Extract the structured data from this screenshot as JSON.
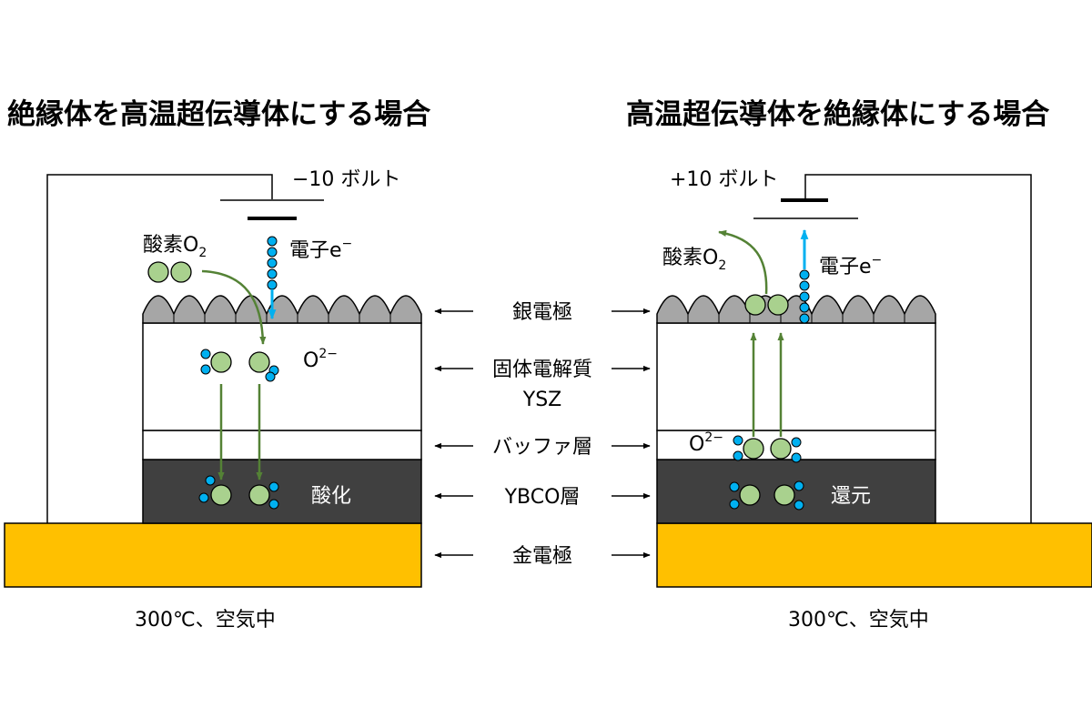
{
  "titles": {
    "left": "絶縁体を高温超伝導体にする場合",
    "right": "高温超伝導体を絶縁体にする場合"
  },
  "left": {
    "voltage": "−10 ボルト",
    "oxygen": "酸素O",
    "oxygen_sub": "2",
    "electron": "電子e",
    "electron_sup": "−",
    "oxide_ion": "O",
    "oxide_ion_sup": "2−",
    "process": "酸化",
    "condition": "300℃、空気中"
  },
  "right": {
    "voltage": "+10 ボルト",
    "oxygen": "酸素O",
    "oxygen_sub": "2",
    "electron": "電子e",
    "electron_sup": "−",
    "oxide_ion": "O",
    "oxide_ion_sup": "2−",
    "process": "還元",
    "condition": "300℃、空気中"
  },
  "layers": {
    "silver": "銀電極",
    "electrolyte_1": "固体電解質",
    "electrolyte_2": "YSZ",
    "buffer": "バッファ層",
    "ybco": "YBCO層",
    "gold": "金電極"
  },
  "colors": {
    "gold_electrode": "#FFC000",
    "ybco_layer": "#404040",
    "silver_electrode": "#A6A6A6",
    "oxygen_atom": "#A9D18E",
    "electron": "#00B0F0",
    "ion_arrow": "#548235",
    "electron_arrow": "#00B0F0"
  }
}
